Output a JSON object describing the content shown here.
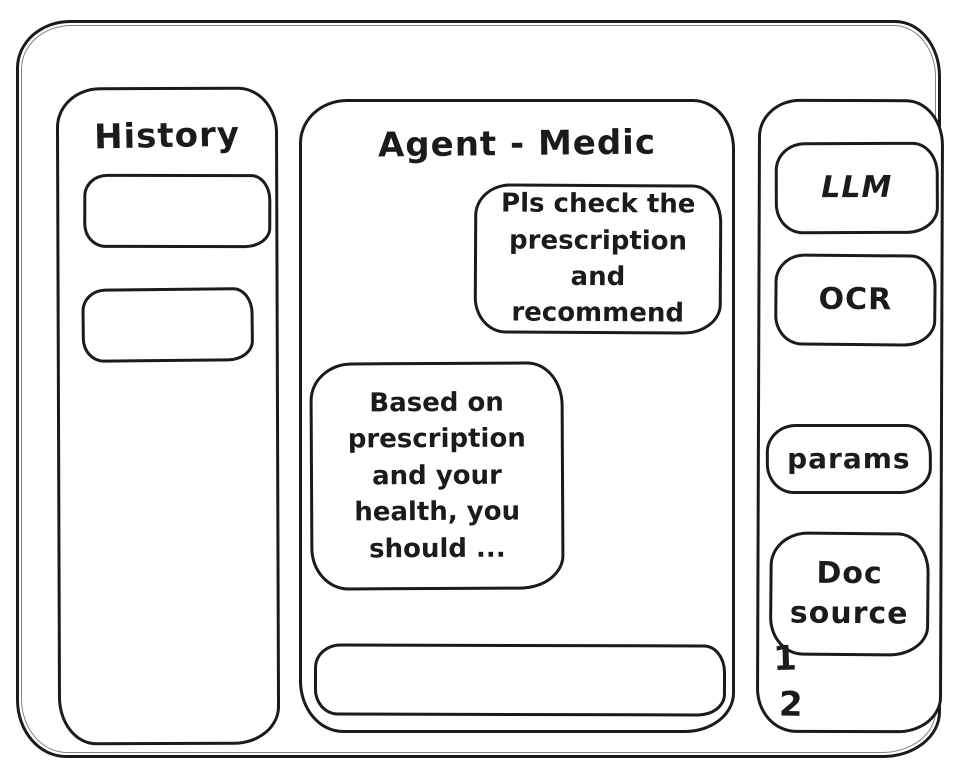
{
  "colors": {
    "ink": "#1b1b1b",
    "background": "#ffffff"
  },
  "sidebar_left": {
    "title": "History",
    "items": [
      {
        "label": ""
      },
      {
        "label": ""
      }
    ]
  },
  "chat": {
    "title": "Agent - Medic",
    "messages": [
      {
        "role": "user",
        "text": "Pls check the prescription and recommend"
      },
      {
        "role": "assistant",
        "text": "Based on prescription and your health, you should ..."
      }
    ],
    "input": {
      "value": "",
      "placeholder": ""
    }
  },
  "sidebar_right": {
    "buttons": [
      {
        "label": "LLM"
      },
      {
        "label": "OCR"
      },
      {
        "label": "params"
      },
      {
        "label": "Doc source"
      }
    ],
    "doc_list": [
      "1",
      "2"
    ]
  }
}
